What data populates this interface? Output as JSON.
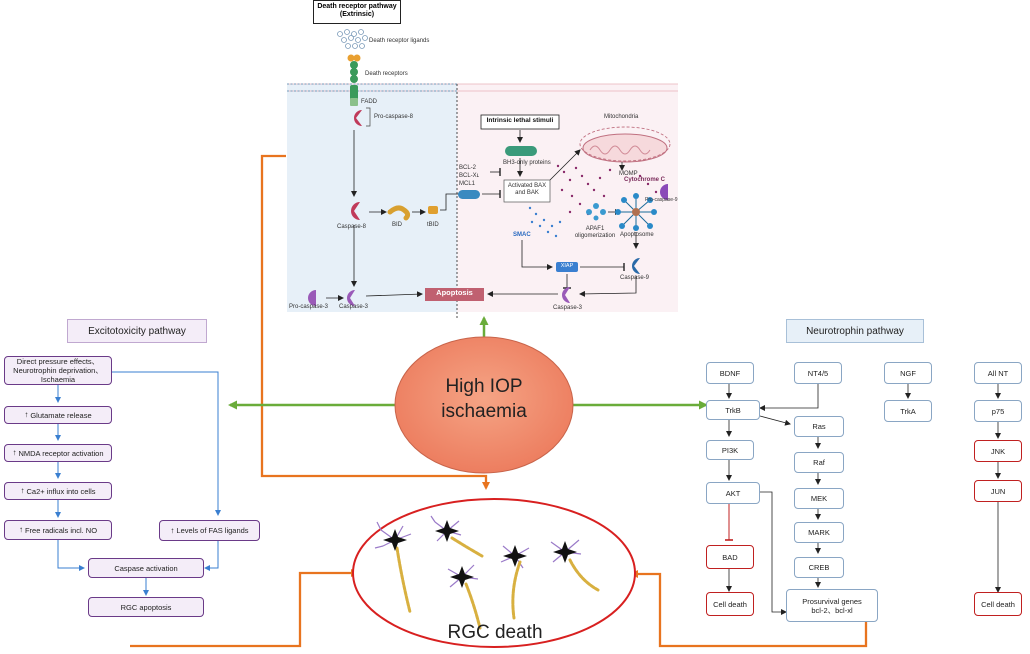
{
  "central": {
    "line1": "High IOP",
    "line2": "ischaemia"
  },
  "rgc_death": "RGC death",
  "excitotoxicity": {
    "title": "Excitotoxicity  pathway",
    "direct_pressure": "Direct pressure effects、Neurotrophin deprivation、Ischaemia",
    "glutamate": "Glutamate release",
    "nmda": "NMDA receptor activation",
    "ca2": "Ca2+ influx into cells",
    "free_radicals": "Free radicals incl. NO",
    "fas": "Levels of FAS ligands",
    "caspase_activation": "Caspase activation",
    "rgc_apoptosis": "RGC apoptosis"
  },
  "neurotrophin": {
    "title": "Neurotrophin pathway",
    "bdnf": "BDNF",
    "nt45": "NT4/5",
    "ngf": "NGF",
    "allnt": "All NT",
    "trkb": "TrkB",
    "trka": "TrkA",
    "p75": "p75",
    "ras": "Ras",
    "raf": "Raf",
    "mek": "MEK",
    "mark": "MARK",
    "creb": "CREB",
    "pi3k": "PI3K",
    "akt": "AKT",
    "bad": "BAD",
    "cell_death_1": "Cell death",
    "jnk": "JNK",
    "jun": "JUN",
    "cell_death_2": "Cell death",
    "prosurvival": "Prosurvival genes",
    "prosurvival_sub": "bcl-2、bcl-xl"
  },
  "death_receptor": {
    "title": "Death receptor pathway",
    "subtitle": "(Extrinsic)",
    "ligands": "Death receptor ligands",
    "receptors": "Death receptors",
    "fadd": "FADD",
    "pro_caspase_8": "Pro-caspase-8",
    "caspase_8": "Caspase-8",
    "bid": "BID",
    "tbid": "tBID",
    "pro_caspase_3": "Pro-caspase-3",
    "caspase_3_left": "Caspase-3",
    "apoptosis": "Apoptosis"
  },
  "intrinsic": {
    "stimuli": "Intrinsic lethal stimuli",
    "bh3": "BH3-only proteins",
    "bcl2": "BCL-2",
    "bclxl": "BCL-Xʟ",
    "mcl1": "MCL1",
    "bax_line1": "Activated BAX",
    "bax_line2": "and BAK",
    "mitochondria": "Mitochondria",
    "momp": "MOMP",
    "cytochrome": "Cytochrome C",
    "pro_caspase_9": "Pro-caspase-9",
    "smac": "SMAC",
    "apaf1_line1": "APAF1",
    "apaf1_line2": "oligomerization",
    "apoptosome": "Apoptosome",
    "xiap": "XIAP",
    "caspase_9": "Caspase-9",
    "caspase_3_right": "Caspase-3"
  },
  "colors": {
    "orange_arrow": "#e8741f",
    "green_arrow": "#6aac3a",
    "blue_arrow": "#3a7fd0",
    "oval_fill": "#f08a6a",
    "red_outline": "#d82020",
    "apoptosis_fill": "#c06070"
  }
}
